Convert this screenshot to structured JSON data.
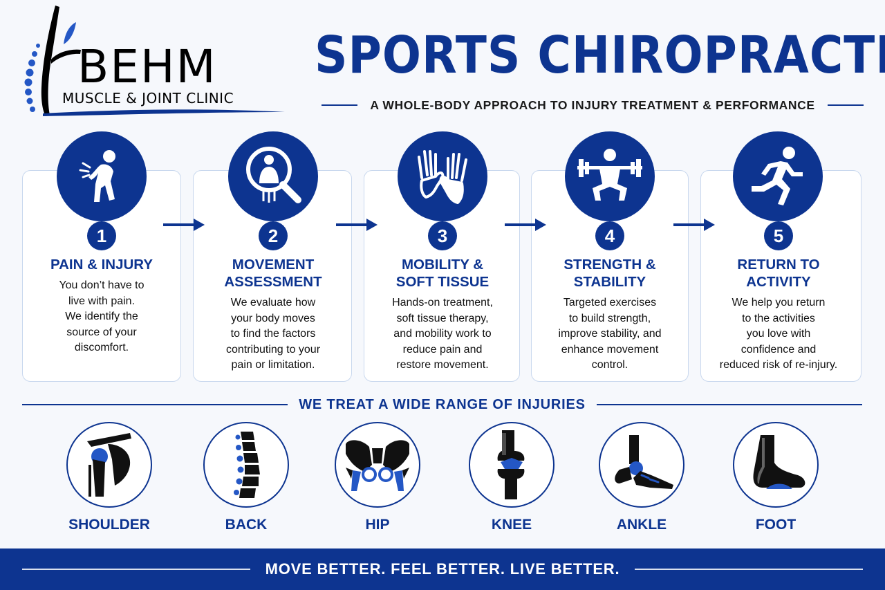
{
  "colors": {
    "brand_blue": "#0d3490",
    "card_border": "#c9d8ee",
    "background": "#f6f8fc"
  },
  "logo": {
    "name": "BEHM",
    "subtitle": "MUSCLE & JOINT CLINIC"
  },
  "header": {
    "title": "SPORTS CHIROPRACTIC",
    "subtitle": "A WHOLE-BODY APPROACH TO INJURY TREATMENT & PERFORMANCE"
  },
  "steps": [
    {
      "number": "1",
      "icon": "pain-person-icon",
      "title": "PAIN & INJURY",
      "desc": "You don’t have to\nlive with pain.\nWe identify the\nsource of your\ndiscomfort."
    },
    {
      "number": "2",
      "icon": "magnifier-assessment-icon",
      "title": "MOVEMENT\nASSESSMENT",
      "desc": "We evaluate how\nyour body moves\nto find the factors\ncontributing to your\npain or limitation."
    },
    {
      "number": "3",
      "icon": "hands-icon",
      "title": "MOBILITY &\nSOFT TISSUE",
      "desc": "Hands-on treatment,\nsoft tissue therapy,\nand mobility work to\nreduce pain and\nrestore movement."
    },
    {
      "number": "4",
      "icon": "weightlifting-squat-icon",
      "title": "STRENGTH &\nSTABILITY",
      "desc": "Targeted exercises\nto build strength,\nimprove stability, and\nenhance movement\ncontrol."
    },
    {
      "number": "5",
      "icon": "running-person-icon",
      "title": "RETURN TO\nACTIVITY",
      "desc": "We help you return\nto the activities\nyou love with\nconfidence and\nreduced risk of re-injury."
    }
  ],
  "injuries": {
    "heading": "WE TREAT A WIDE RANGE OF INJURIES",
    "items": [
      {
        "label": "SHOULDER",
        "icon": "shoulder-joint-icon"
      },
      {
        "label": "BACK",
        "icon": "spine-icon"
      },
      {
        "label": "HIP",
        "icon": "pelvis-hip-icon"
      },
      {
        "label": "KNEE",
        "icon": "knee-joint-icon"
      },
      {
        "label": "ANKLE",
        "icon": "ankle-joint-icon"
      },
      {
        "label": "FOOT",
        "icon": "foot-icon"
      }
    ]
  },
  "footer": {
    "tagline": "MOVE BETTER.  FEEL BETTER.  LIVE BETTER."
  }
}
